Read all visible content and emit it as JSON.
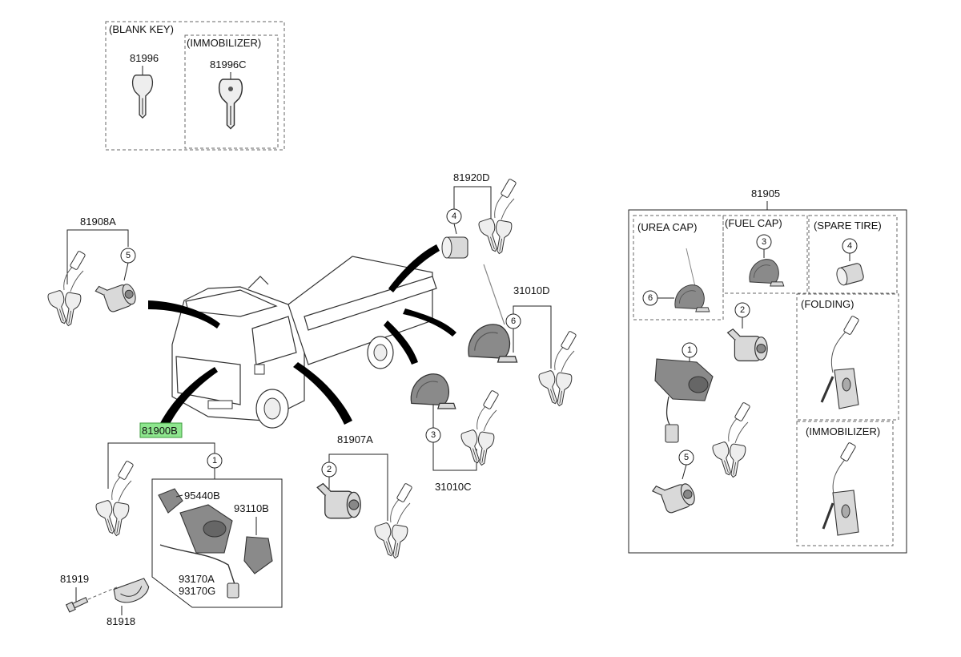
{
  "labels": {
    "blank_key": "(BLANK KEY)",
    "immobilizer_top": "(IMMOBILIZER)",
    "p81996": "81996",
    "p81996c": "81996C",
    "p81908a": "81908A",
    "p81920d": "81920D",
    "p31010d": "31010D",
    "p31010c": "31010C",
    "p81907a": "81907A",
    "p81900b": "81900B",
    "p95440b": "95440B",
    "p93110b": "93110B",
    "p93170a": "93170A",
    "p93170g": "93170G",
    "p81919": "81919",
    "p81918": "81918",
    "p81905": "81905",
    "urea_cap": "(UREA CAP)",
    "fuel_cap": "(FUEL CAP)",
    "spare_tire": "(SPARE TIRE)",
    "folding": "(FOLDING)",
    "immobilizer_right": "(IMMOBILIZER)"
  },
  "callouts": {
    "c1a": "1",
    "c1b": "1",
    "c2a": "2",
    "c2b": "2",
    "c3a": "3",
    "c3b": "3",
    "c4a": "4",
    "c4b": "4",
    "c5a": "5",
    "c5b": "5",
    "c6a": "6",
    "c6b": "6"
  },
  "colors": {
    "highlight": "#8ee68e",
    "line": "#222222",
    "part_fill": "#d9d9d9"
  }
}
